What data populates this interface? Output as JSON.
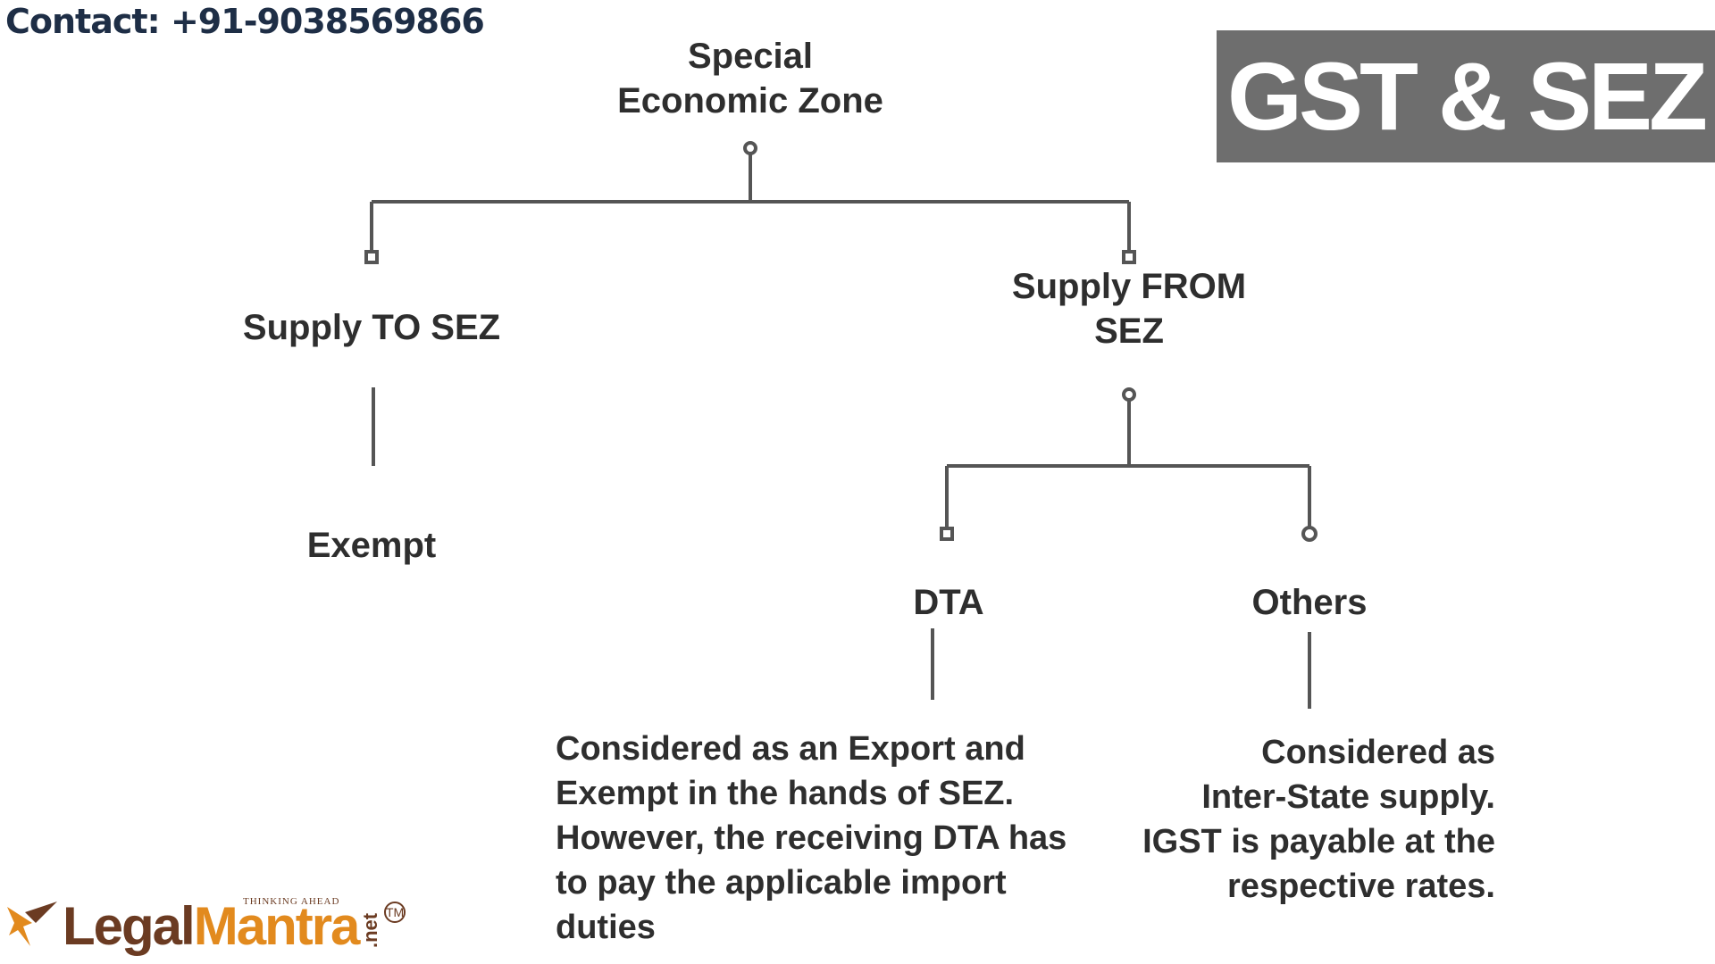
{
  "contact": "Contact: +91-9038569866",
  "badge": "GST & SEZ",
  "diagram": {
    "root": [
      "Special",
      "Economic Zone"
    ],
    "supply_to": "Supply TO SEZ",
    "supply_to_result": "Exempt",
    "supply_from": [
      "Supply FROM",
      "SEZ"
    ],
    "dta": "DTA",
    "others": "Others",
    "dta_desc": [
      "Considered as an Export and",
      "Exempt in the hands of SEZ.",
      "However, the receiving DTA has",
      "to pay the applicable import",
      "duties"
    ],
    "others_desc": [
      "Considered as",
      "Inter-State supply.",
      "IGST is payable at the",
      "respective rates."
    ]
  },
  "logo": {
    "word_legal": "Legal",
    "word_mantra": "Mantra",
    "tagline": "THINKING AHEAD",
    "suffix": ".net",
    "trademark": "TM"
  },
  "colors": {
    "badge_bg": "#6e6e6e",
    "contact_text": "#1e2e46",
    "logo_brown": "#6b3b22",
    "logo_orange": "#e28a1e",
    "connector": "#555555"
  }
}
